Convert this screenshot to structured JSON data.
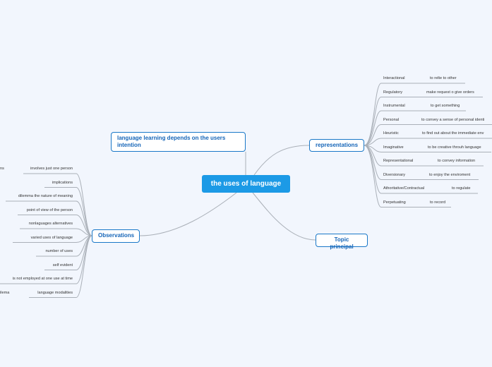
{
  "central": "the uses of language",
  "nodes": {
    "intention": "language learning depends on the users intention",
    "representations": "representations",
    "observations": "Observations",
    "topic": "Topic principal"
  },
  "representations": [
    {
      "label": "Interactional",
      "value": "to relte to other"
    },
    {
      "label": "Regulatory",
      "value": "make request o give orders"
    },
    {
      "label": "Instrumental",
      "value": "to get something"
    },
    {
      "label": "Personal",
      "value": "to convey a sense of personal identi"
    },
    {
      "label": "Heuristic",
      "value": "to find out about the immediate env"
    },
    {
      "label": "Imaginative",
      "value": "to be creative throuh language"
    },
    {
      "label": "Representational",
      "value": "to convey information"
    },
    {
      "label": "Diversionary",
      "value": "to enjoy the enviroment"
    },
    {
      "label": "Athoritative/Contractual",
      "value": "to regulate"
    },
    {
      "label": "Perpetuating",
      "value": "to record"
    }
  ],
  "observations": [
    "involves just one person",
    "implications",
    "dilemma the nature of meaning",
    "point of view of the person",
    "nonlaguages alternatives",
    "varied uses of language",
    "number of uses",
    "self evident",
    "is not employed at one use at time",
    "language modalities"
  ],
  "observation_subs": {
    "first": "ns",
    "last": "ilema"
  }
}
